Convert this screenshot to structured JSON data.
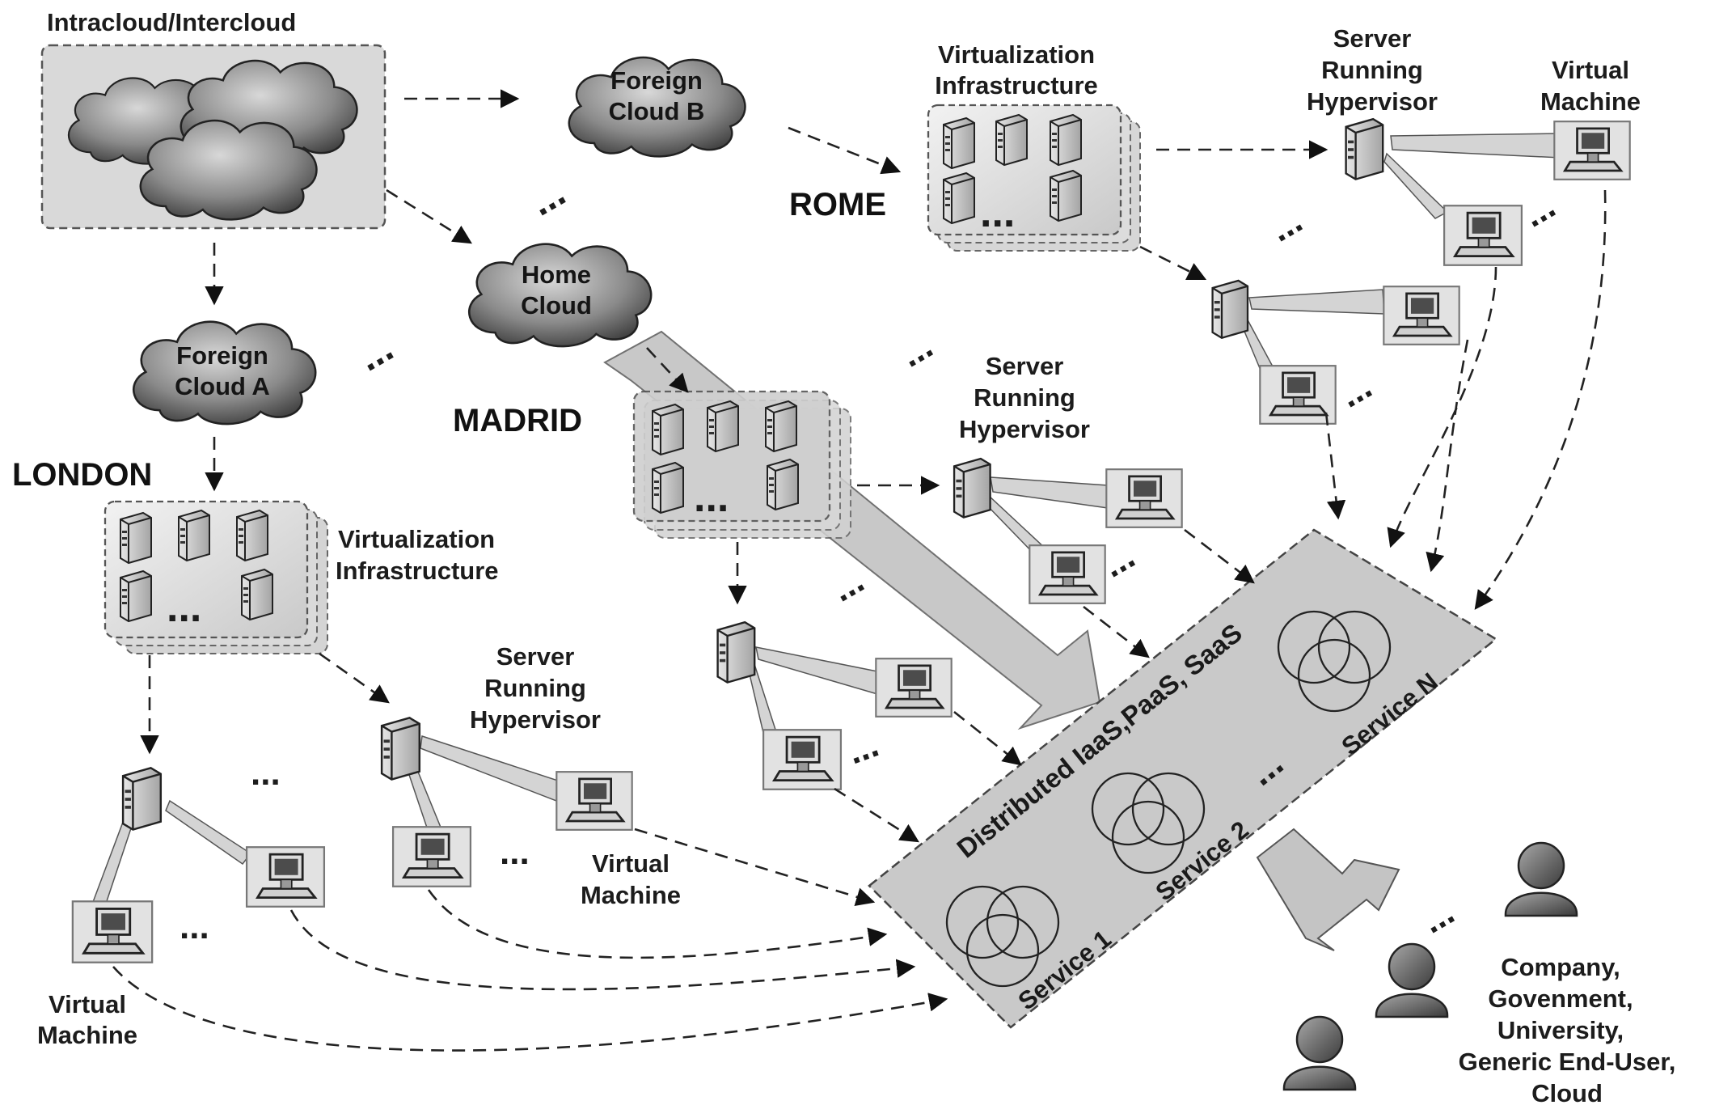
{
  "intercloud_label": "Intracloud/Intercloud",
  "clouds": {
    "foreign_b": [
      "Foreign",
      "Cloud B"
    ],
    "home": [
      "Home",
      "Cloud"
    ],
    "foreign_a": [
      "Foreign",
      "Cloud A"
    ]
  },
  "cities": {
    "rome": "ROME",
    "madrid": "MADRID",
    "london": "LONDON"
  },
  "virtualization_infrastructure": [
    "Virtualization",
    "Infrastructure"
  ],
  "server_running_hypervisor": [
    "Server",
    "Running",
    "Hypervisor"
  ],
  "virtual_machine": [
    "Virtual",
    "Machine"
  ],
  "ellipsis": "...",
  "services_band": {
    "title": "Distributed IaaS,PaaS, SaaS",
    "services": [
      "Service 1",
      "Service 2",
      "Service N"
    ]
  },
  "end_users": [
    "Company,",
    "Govenment,",
    "University,",
    "Generic End-User,",
    "Cloud"
  ],
  "colors": {
    "cloud_fill_light": "#d8d8d8",
    "cloud_fill_dark": "#4a4a4a",
    "band_fill": "#c9c9c9",
    "stroke": "#222222"
  }
}
